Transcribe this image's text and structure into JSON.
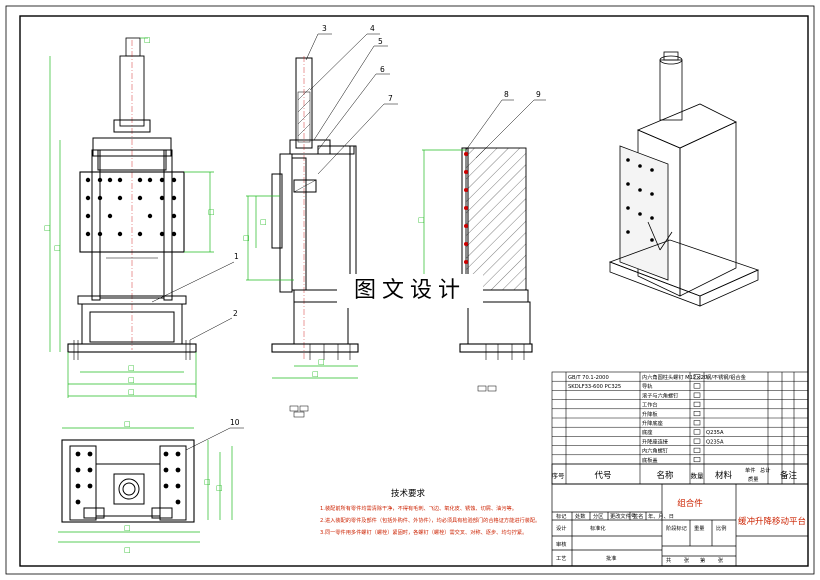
{
  "drawing": {
    "balloons": [
      "1",
      "2",
      "3",
      "4",
      "5",
      "6",
      "7",
      "8",
      "9",
      "10"
    ],
    "tech_requirements": {
      "title": "技术要求",
      "lines": [
        "1.装配前所有零件均需清除干净，不得有毛刺、飞边、氧化皮、锈蚀、切屑、油污等。",
        "2.进入装配的零件及部件（包括外购件、外协件），均必须具有检验部门的合格证方能进行装配。",
        "3.同一零件用多件螺钉（螺栓）紧固时，各螺钉（螺栓）需交叉、对称、逐步、均匀拧紧。"
      ]
    }
  },
  "watermark": "图文设计",
  "parts_list": {
    "rows": [
      {
        "code": "GB/T 70.1-2000",
        "name": "内六角圆柱头螺钉 M12×20"
      },
      {
        "code": "SKDLF33-600 PC325",
        "name": "导轨"
      },
      {
        "code": "",
        "name": "滚子与六角螺钉"
      },
      {
        "code": "",
        "name": "工作台"
      },
      {
        "code": "",
        "name": "升降板"
      },
      {
        "code": "",
        "name": "升降底座"
      },
      {
        "code": "",
        "name": "底座"
      },
      {
        "code": "",
        "name": "升降座连接"
      },
      {
        "code": "",
        "name": "内六角螺钉"
      },
      {
        "code": "",
        "name": "底板盖"
      }
    ],
    "materials": [
      "钢/不锈钢/铝合金",
      "",
      "",
      "",
      "",
      "",
      "Q235A",
      "Q235A",
      "",
      ""
    ],
    "header": {
      "no": "序号",
      "code": "代号",
      "name": "名称",
      "qty": "数量",
      "material": "材料",
      "single": "单件",
      "total": "总计",
      "weight": "质量",
      "remark": "备注"
    }
  },
  "title_block": {
    "assembly_label": "组合件",
    "title": "缓冲升降移动平台",
    "rev_headers": [
      "标记",
      "处数",
      "分区",
      "更改文件号",
      "签名",
      "年、月、日"
    ],
    "roles": [
      "设计",
      "审核",
      "工艺"
    ],
    "std": "标准化",
    "approve": "批准",
    "stage": "阶段标记",
    "weight": "重量",
    "scale": "比例",
    "sheets": "共",
    "sheet": "第",
    "of": "张"
  }
}
